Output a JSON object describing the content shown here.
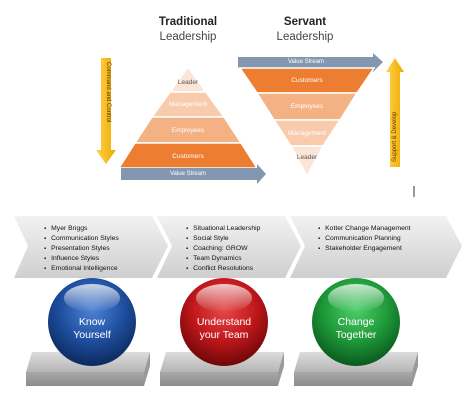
{
  "traditional": {
    "title_bold": "Traditional",
    "title_light": "Leadership",
    "tiers": [
      "Leader",
      "Management",
      "Employees",
      "Customers"
    ],
    "value_stream": "Value Stream",
    "side_label": "Command and Control"
  },
  "servant": {
    "title_bold": "Servant",
    "title_light": "Leadership",
    "tiers": [
      "Customers",
      "Employees",
      "Management",
      "Leader"
    ],
    "value_stream": "Value Stream",
    "side_label": "Support & Develop"
  },
  "chevrons": [
    {
      "items": [
        "Myer Briggs",
        "Communication Styles",
        "Presentation Styles",
        "Influence Styles",
        "Emotional Intelligence"
      ]
    },
    {
      "items": [
        "Situational Leadership",
        "Social Style",
        "Coaching: GROW",
        "Team Dynamics",
        "Conflict Resolutions"
      ]
    },
    {
      "items": [
        "Kotter Change Management",
        "Communication Planning",
        "Stakeholder Engagement"
      ]
    }
  ],
  "spheres": [
    {
      "line1": "Know",
      "line2": "Yourself",
      "color": "#1f4fa0"
    },
    {
      "line1": "Understand",
      "line2": "your Team",
      "color": "#c0171b"
    },
    {
      "line1": "Change",
      "line2": "Together",
      "color": "#1f9a3a"
    }
  ],
  "colors": {
    "orange_dark": "#ed7d31",
    "orange_mid": "#f4b183",
    "orange_light": "#f8cbad",
    "orange_pale": "#fbe5d6",
    "value_stream": "#8497b0",
    "yellow_arrow": "#ffc000"
  }
}
